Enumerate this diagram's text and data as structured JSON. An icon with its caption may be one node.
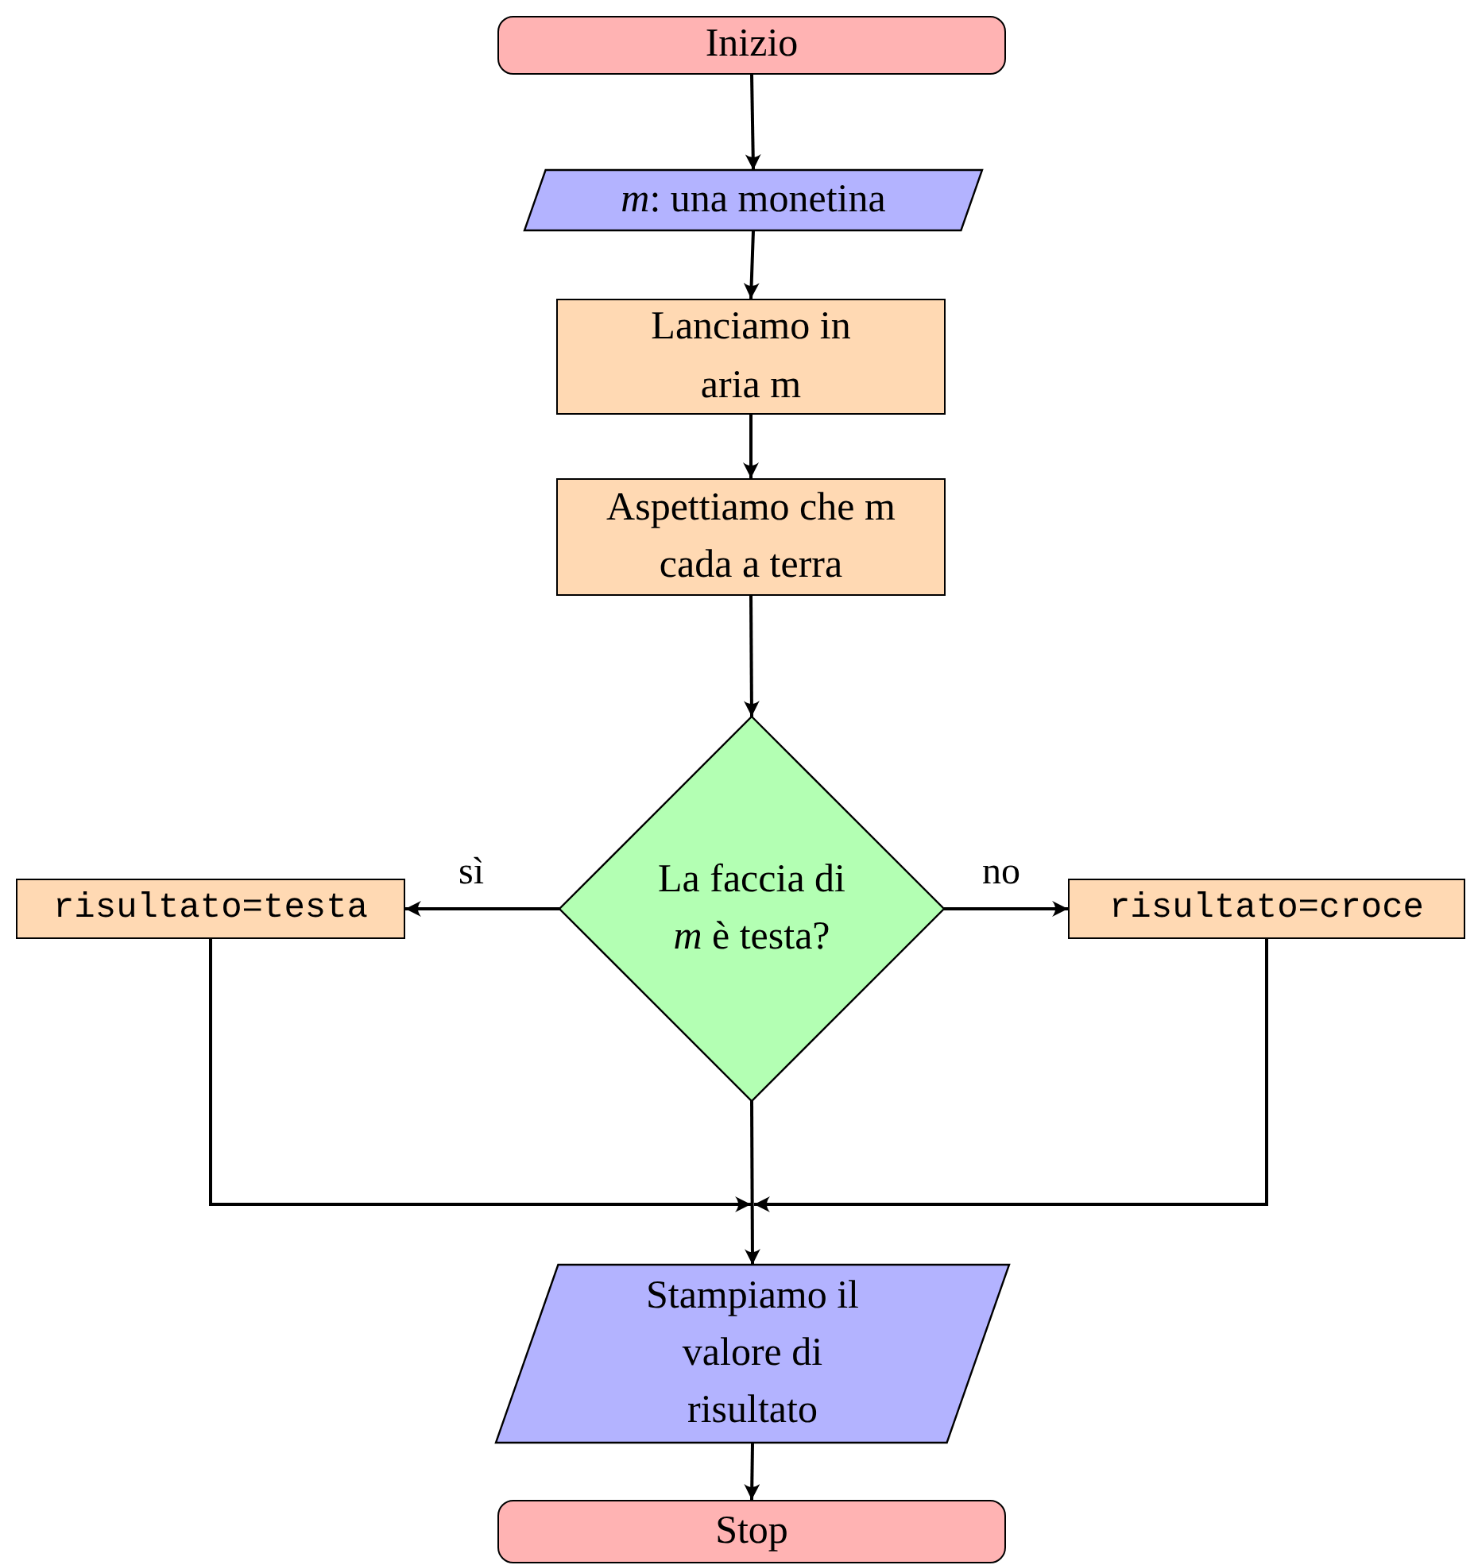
{
  "diagram": {
    "nodes": [
      {
        "text": [
          "Inizio"
        ]
      },
      {
        "text": [
          "*m*: una monetina"
        ]
      },
      {
        "text": [
          "Lanciamo in aria m"
        ]
      },
      {
        "text": [
          "Aspettiamo che m cada a terra"
        ]
      },
      {
        "text": [
          "La faccia di *m* è testa?"
        ]
      },
      {
        "text": [
          "risultato=testa"
        ]
      },
      {
        "text": [
          "risultato=croce"
        ]
      },
      {
        "text": [
          "Stampiamo il valore di risultato"
        ]
      },
      {
        "text": [
          "Stop"
        ]
      }
    ],
    "edges": [
      {
        "from": 0,
        "to": 1,
        "arrow": "to"
      },
      {
        "from": 1,
        "to": 2,
        "arrow": "to"
      },
      {
        "from": 2,
        "to": 3,
        "arrow": "to"
      },
      {
        "from": 3,
        "to": 4,
        "arrow": "to"
      },
      {
        "from": 4,
        "to": 5,
        "arrow": "to",
        "label": "sì"
      },
      {
        "from": 4,
        "to": 6,
        "arrow": "to",
        "label": "no"
      },
      {
        "from": 5,
        "to": 7,
        "arrow": "to"
      },
      {
        "from": 6,
        "to": 7,
        "arrow": "to"
      },
      {
        "from": 4,
        "to": 7,
        "arrow": "to"
      },
      {
        "from": 7,
        "to": 8,
        "arrow": "to"
      }
    ]
  }
}
